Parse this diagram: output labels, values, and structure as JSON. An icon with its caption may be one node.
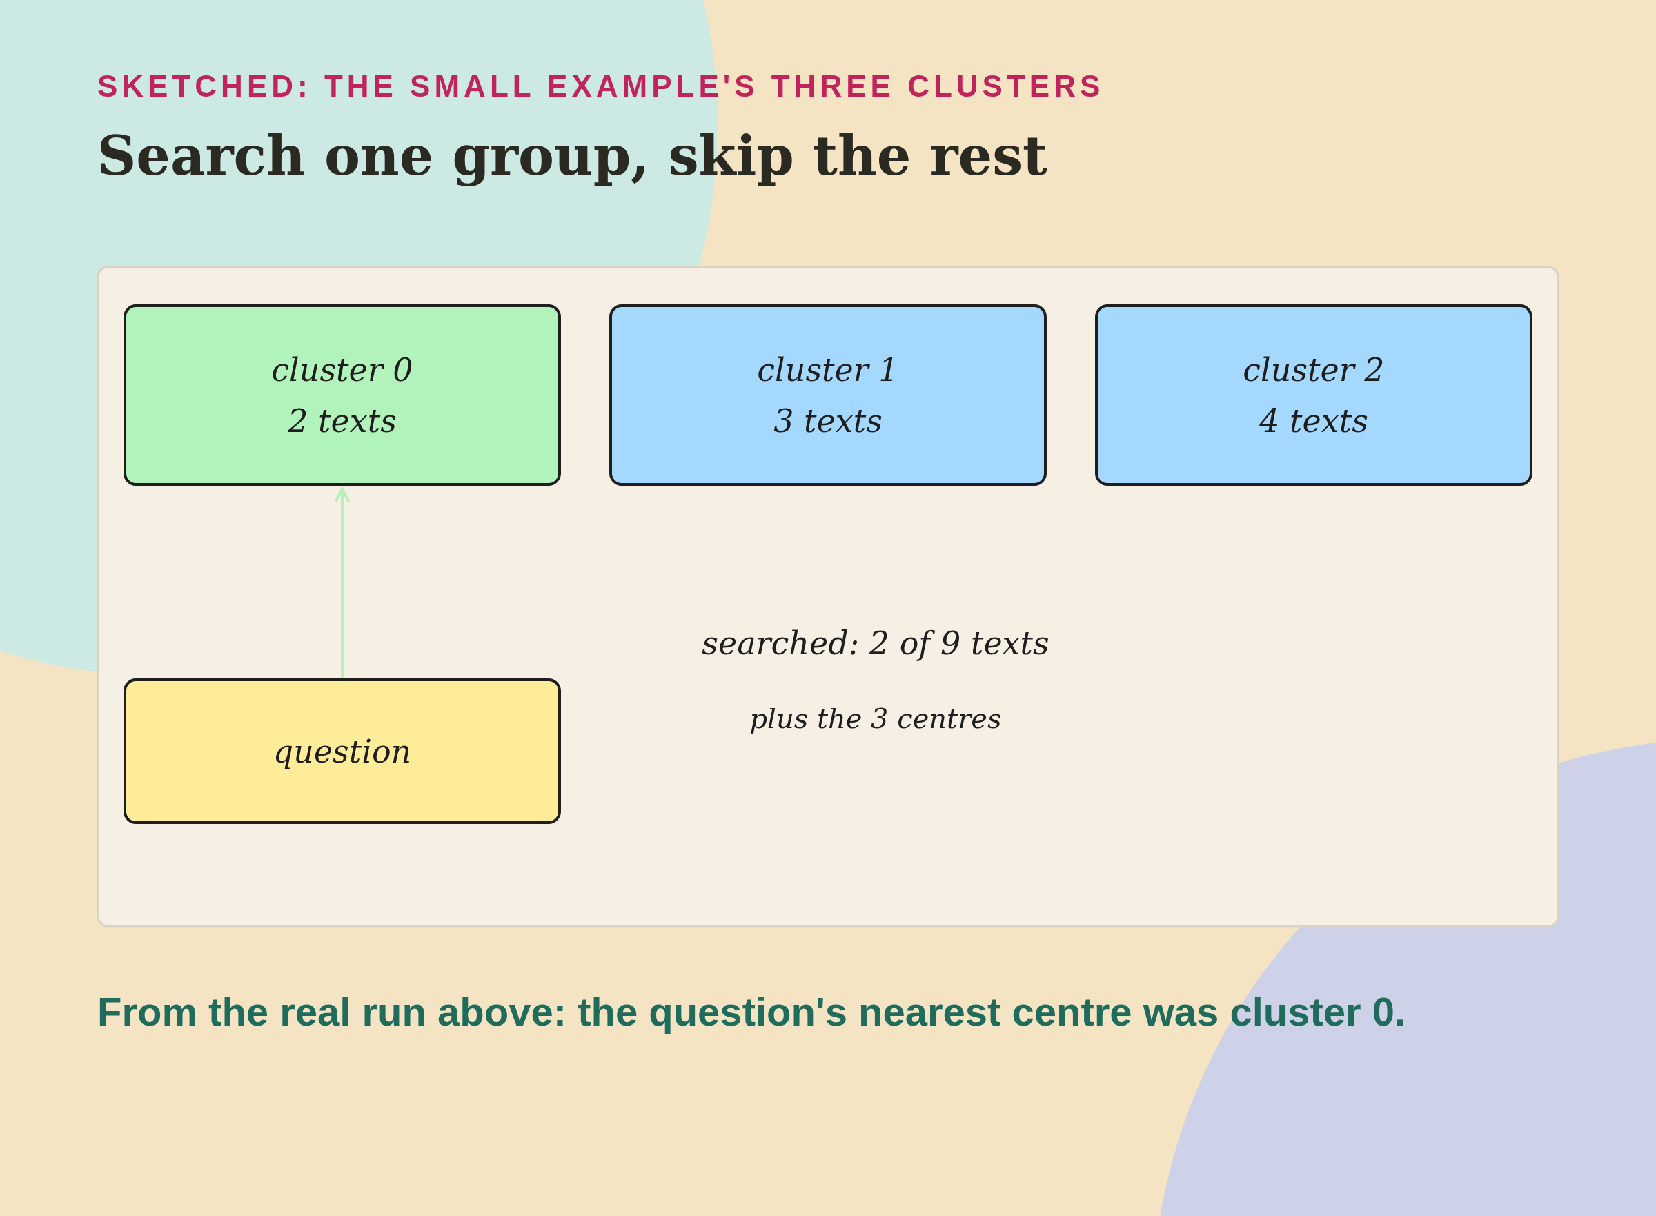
{
  "diagram": {
    "title": "Search one group, skip the rest",
    "nodes": [
      {
        "text": [
          "cluster 0",
          "2 texts"
        ]
      },
      {
        "text": [
          "cluster 1",
          "3 texts"
        ]
      },
      {
        "text": [
          "cluster 2",
          "4 texts"
        ]
      },
      {
        "text": [
          "question"
        ]
      }
    ],
    "edges": [
      {
        "from": 3,
        "to": 0,
        "arrow": "to",
        "color": "#b2f2bb"
      }
    ],
    "labels": [
      "SKETCHED: THE SMALL EXAMPLE'S THREE CLUSTERS",
      "searched: 2 of 9 texts",
      "plus the 3 centres"
    ],
    "caption": "From the real run above: the question's nearest centre was cluster 0."
  }
}
